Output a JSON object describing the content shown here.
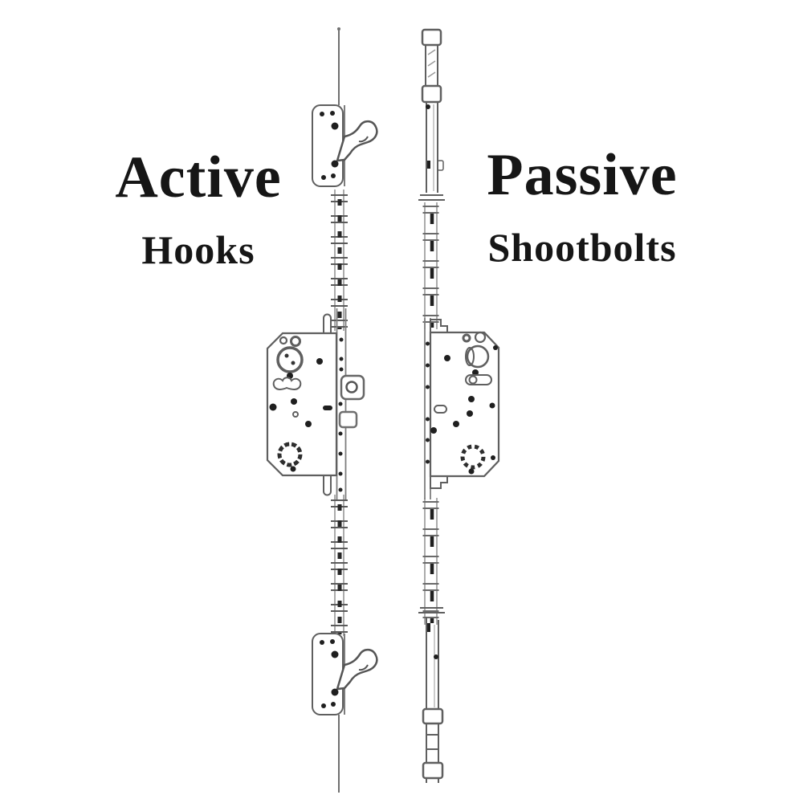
{
  "page": {
    "background_color": "#ffffff",
    "text_color": "#161616"
  },
  "left_label": {
    "title": "Active",
    "subtitle": "Hooks"
  },
  "right_label": {
    "title": "Passive",
    "subtitle": "Shootbolts"
  },
  "diagram": {
    "left_item": "active-multipoint-lock-with-hooks",
    "right_item": "passive-multipoint-lock-with-shootbolts",
    "line_color": "#5f5f5f",
    "light_line_color": "#8f8f8f",
    "dot_color": "#1f1f1f"
  }
}
